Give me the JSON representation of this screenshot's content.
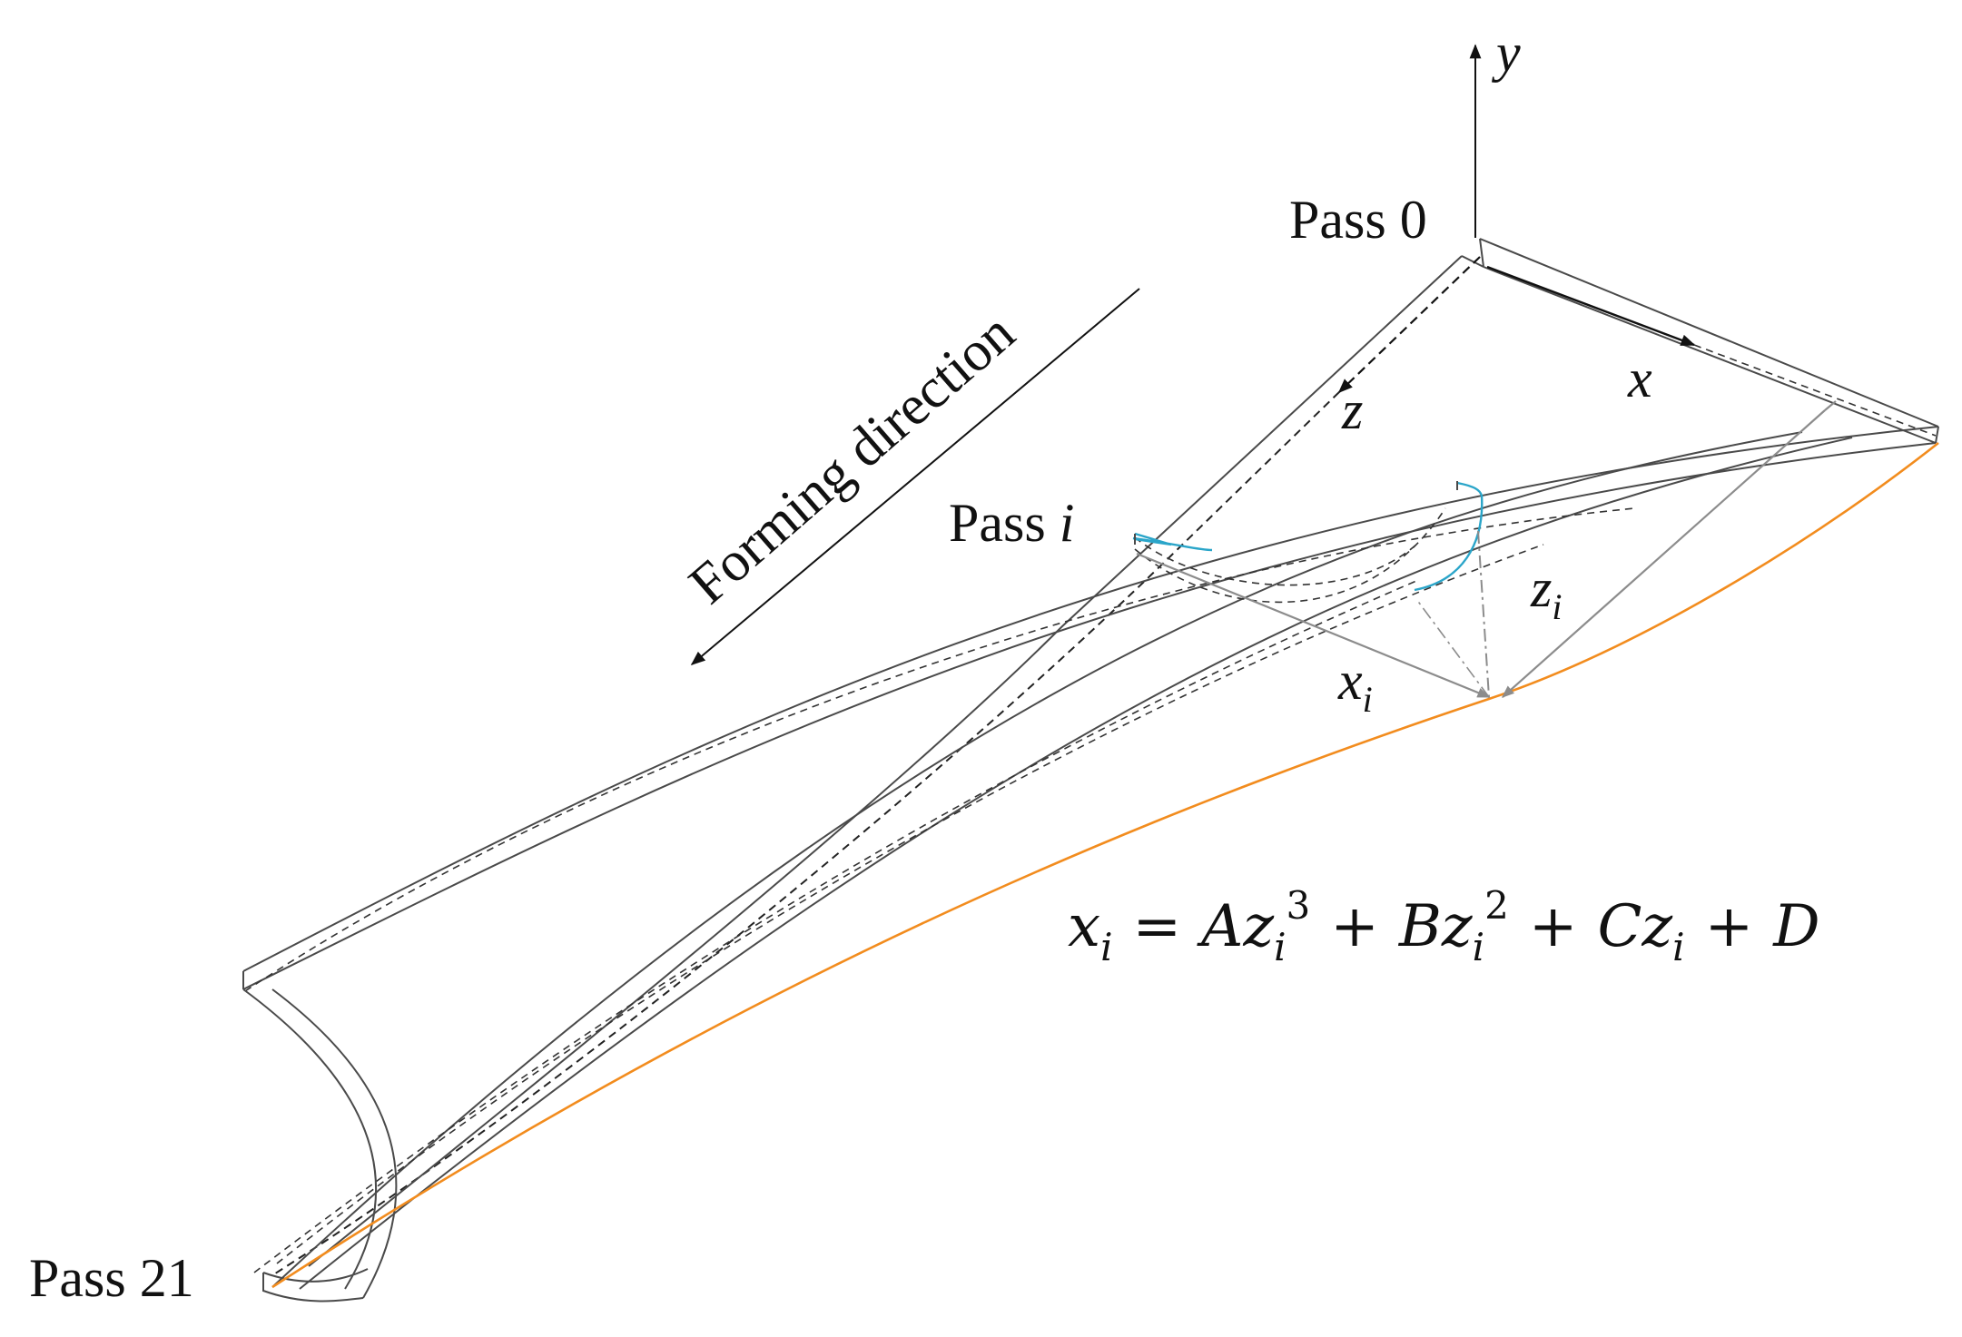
{
  "labels": {
    "pass_start": "Pass 0",
    "pass_mid_prefix": "Pass ",
    "pass_mid_index": "i",
    "pass_end": "Pass 21",
    "forming_direction": "Forming direction"
  },
  "axes": {
    "x": "x",
    "y": "y",
    "z": "z",
    "xi_main": "x",
    "xi_sub": "i",
    "zi_main": "z",
    "zi_sub": "i"
  },
  "equation": {
    "lhs_var": "x",
    "lhs_sub": "i",
    "equals": "=",
    "term1_coef": "A",
    "term1_var": "z",
    "term1_sub": "i",
    "term1_exp": "3",
    "plus1": "+",
    "term2_coef": "B",
    "term2_var": "z",
    "term2_sub": "i",
    "term2_exp": "2",
    "plus2": "+",
    "term3_coef": "C",
    "term3_var": "z",
    "term3_sub": "i",
    "plus3": "+",
    "term4": "D"
  },
  "colors": {
    "outline": "#4a4a4a",
    "dashed": "#333333",
    "guide_arrows": "#8c8c8c",
    "edge_curve": "#f28c1e",
    "section_profile": "#2aa5c9",
    "text": "#111111"
  }
}
